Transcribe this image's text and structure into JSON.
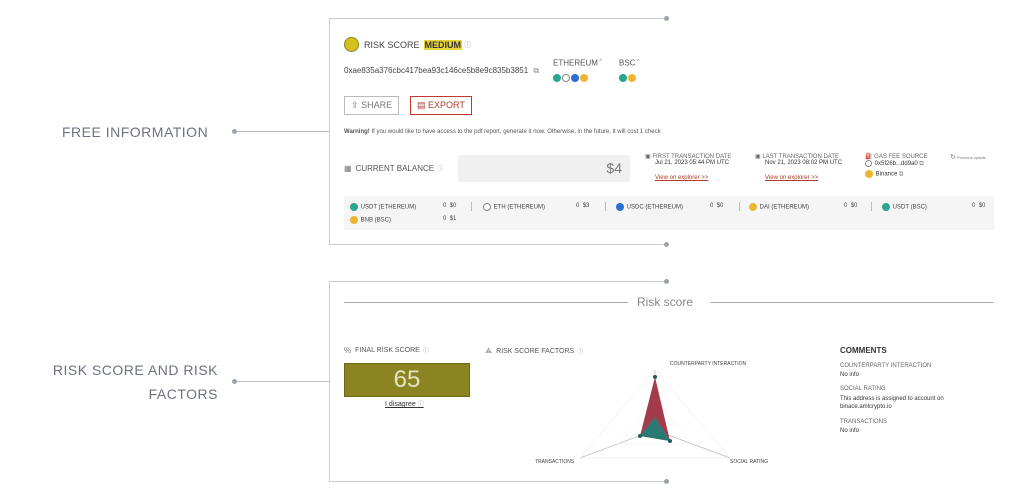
{
  "labels": {
    "free_information": "FREE INFORMATION",
    "risk_score_and_factors_line1": "RISK SCORE AND RISK",
    "risk_score_and_factors_line2": "FACTORS"
  },
  "summary": {
    "risk_score_label": "RISK SCORE",
    "risk_level": "MEDIUM",
    "address": "0xae835a376cbc417bea93c146ce5b8e9c835b3851",
    "networks": [
      {
        "name": "ETHEREUM"
      },
      {
        "name": "BSC"
      }
    ],
    "share_label": "SHARE",
    "export_label": "EXPORT",
    "warning_prefix": "Warning!",
    "warning_text": " If you would like to have access to the pdf report, generate it now. Otherwise, in the future, it will cost 1 check",
    "current_balance_label": "CURRENT BALANCE",
    "balance_value": "$4",
    "first_tx_label": "FIRST TRANSACTION DATE",
    "first_tx_value": "Jul 21, 2023 05:44 PM UTC",
    "last_tx_label": "LAST TRANSACTION DATE",
    "last_tx_value": "Nov 21, 2023 08:02 PM UTC",
    "view_on_explorer": "View on explorer >>",
    "gas_fee_label": "GAS FEE SOURCE",
    "gas_fee_address": "0x5f26b...dd9a0",
    "gas_fee_entity": "Binance",
    "previous_update_label": "Previous update",
    "tokens": [
      {
        "name": "USDT (ETHEREUM)",
        "value": "$0"
      },
      {
        "name": "ETH (ETHEREUM)",
        "value": "$3"
      },
      {
        "name": "USDC (ETHEREUM)",
        "value": "$0"
      },
      {
        "name": "DAI (ETHEREUM)",
        "value": "$0"
      },
      {
        "name": "USDT (BSC)",
        "value": "$0"
      },
      {
        "name": "BNB (BSC)",
        "value": "$1"
      }
    ],
    "token_amounts": [
      "0",
      "0",
      "0",
      "0",
      "0",
      "0"
    ]
  },
  "risk": {
    "section_title": "Risk score",
    "final_label": "FINAL RISK SCORE",
    "final_value": "65",
    "disagree_label": "I disagree",
    "factors_label": "RISK SCORE FACTORS",
    "axis_top": "COUNTERPARTY INTERACTION",
    "axis_left": "TRANSACTIONS",
    "axis_right": "SOCIAL RATING",
    "comments_label": "COMMENTS",
    "comments": [
      {
        "title": "COUNTERPARTY INTERACTION",
        "text": "No info"
      },
      {
        "title": "SOCIAL RATING",
        "text": "This address is assigned to account on binace.amlcrypto.io"
      },
      {
        "title": "TRANSACTIONS",
        "text": "No info"
      }
    ]
  },
  "colors": {
    "medium": "#d4c21a",
    "score_box": "#8c8420",
    "radar_red": "#a33b4a",
    "radar_teal": "#2a7a74"
  },
  "icons": [
    "info-icon",
    "copy-icon",
    "external-link-icon",
    "share-icon",
    "pdf-icon",
    "wallet-icon",
    "calendar-icon",
    "gas-icon",
    "refresh-icon",
    "percent-icon",
    "radar-icon"
  ]
}
